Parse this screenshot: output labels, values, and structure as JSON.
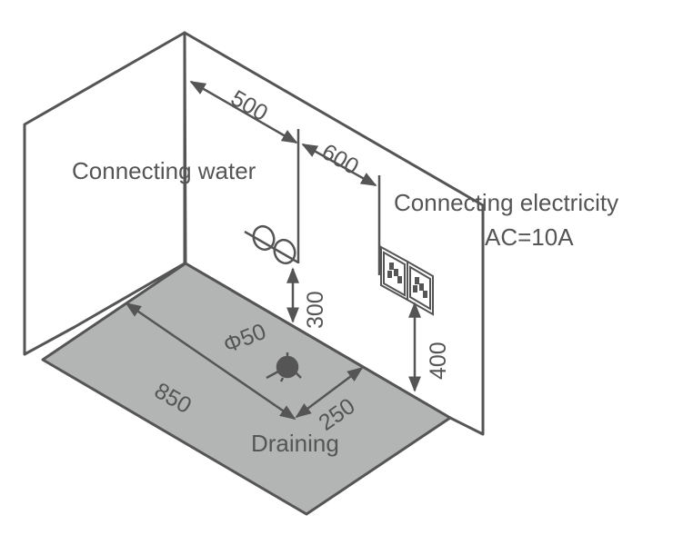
{
  "diagram": {
    "title": "Shower room installation dimensions",
    "colors": {
      "line": "#555555",
      "floor": "#b3b4b4",
      "wall": "#ffffff",
      "text": "#555555"
    },
    "labels": {
      "water": "Connecting water",
      "electricity_line1": "Connecting electricity",
      "electricity_line2": "AC=10A",
      "draining": "Draining",
      "drain_diameter": "Φ50"
    },
    "dimensions": {
      "water_from_corner": "500",
      "water_to_electric": "600",
      "water_height": "300",
      "electric_height": "400",
      "floor_length": "850",
      "drain_offset": "250"
    },
    "icons": {
      "water_valves": "water-valve-icon",
      "sockets": "power-socket-icon",
      "drain": "floor-drain-icon"
    }
  }
}
